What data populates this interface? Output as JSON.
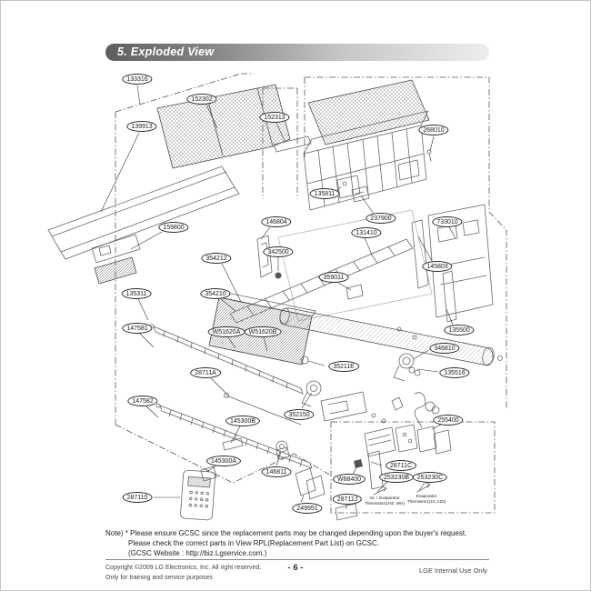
{
  "header": {
    "title": "5. Exploded View"
  },
  "diagram": {
    "callouts": [
      {
        "label": "133316"
      },
      {
        "label": "152302"
      },
      {
        "label": "139913"
      },
      {
        "label": "152313"
      },
      {
        "label": "268010"
      },
      {
        "label": "135811"
      },
      {
        "label": "237900"
      },
      {
        "label": "131410"
      },
      {
        "label": "733010"
      },
      {
        "label": "145803"
      },
      {
        "label": "159800"
      },
      {
        "label": "146804"
      },
      {
        "label": "342500"
      },
      {
        "label": "354212"
      },
      {
        "label": "135311"
      },
      {
        "label": "354210"
      },
      {
        "label": "359011"
      },
      {
        "label": "147581"
      },
      {
        "label": "W51620A"
      },
      {
        "label": "W51620B"
      },
      {
        "label": "35211E"
      },
      {
        "label": "135500"
      },
      {
        "label": "346810"
      },
      {
        "label": "135516"
      },
      {
        "label": "28711A"
      },
      {
        "label": "147582"
      },
      {
        "label": "145300B"
      },
      {
        "label": "352150"
      },
      {
        "label": "145300A"
      },
      {
        "label": "146811"
      },
      {
        "label": "287110"
      },
      {
        "label": "249951"
      },
      {
        "label": "W68400"
      },
      {
        "label": "28711J"
      },
      {
        "label": "28711C"
      },
      {
        "label": "253230B"
      },
      {
        "label": "253230C"
      },
      {
        "label": "255400"
      }
    ],
    "annotations": [
      {
        "line1": "Air + Evaporator",
        "line2": "Thermistor(1HZ, WH)"
      },
      {
        "line1": "Evaporator",
        "line2": "Thermistor(11C,11D)"
      }
    ]
  },
  "notes": {
    "line1": "Note) * Please ensure GCSC since the replacement parts may be changed depending upon the buyer's request.",
    "line2": "Please check  the correct parts in View RPL(Replacement Part List) on GCSC.",
    "line3": "(GCSC Website : http://biz.Lgservice.com.)"
  },
  "footer": {
    "copyright1": "Copyright ©2009 LG Electronics, Inc. All right reserved.",
    "copyright2": "Only for training and service purposes",
    "page_number": "- 6 -",
    "right_note": "LGE Internal Use Only"
  }
}
